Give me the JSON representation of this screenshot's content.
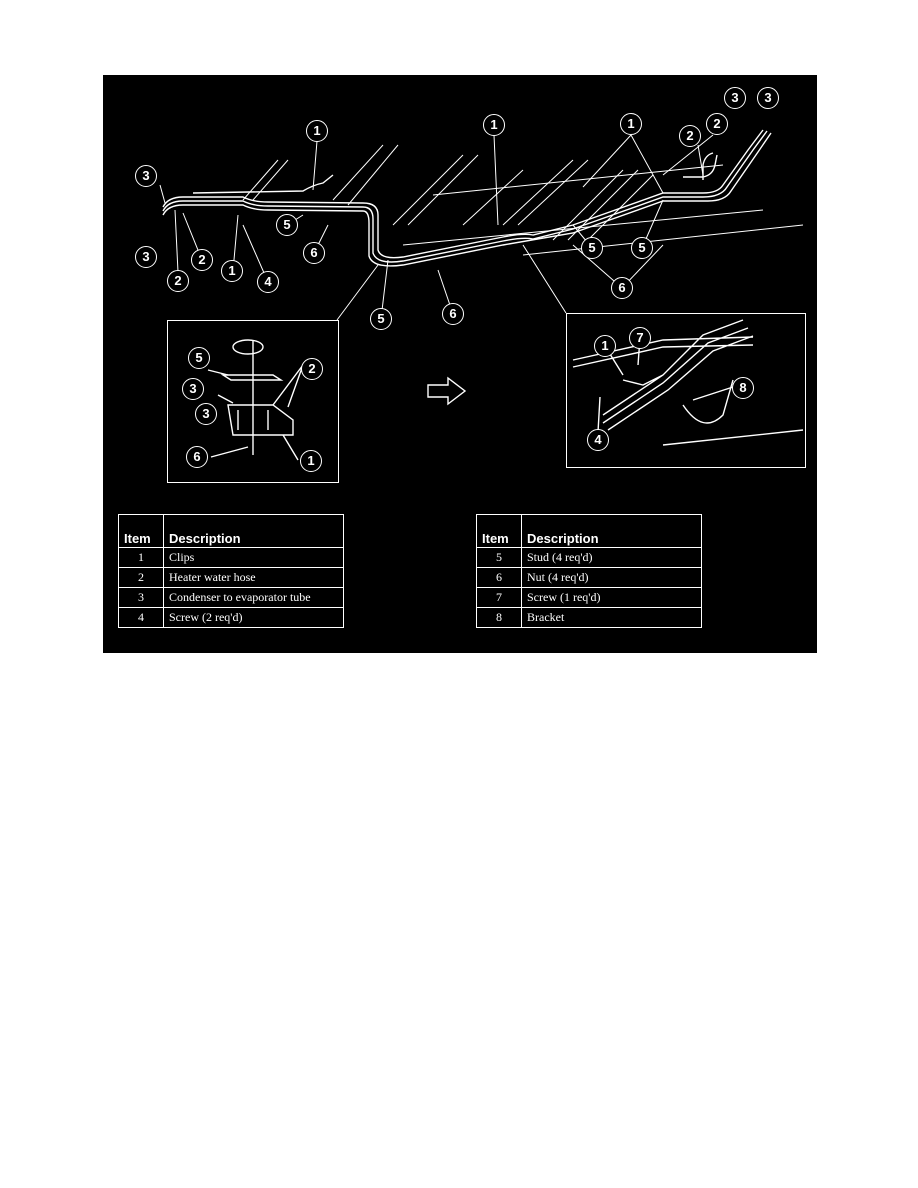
{
  "figure_id": "DM0136-B",
  "callouts": [
    "3",
    "1",
    "1",
    "1",
    "2",
    "2",
    "3",
    "3",
    "3",
    "2",
    "2",
    "1",
    "4",
    "5",
    "6",
    "5",
    "6",
    "5",
    "5",
    "6",
    "5",
    "3",
    "3",
    "2",
    "6",
    "1",
    "1",
    "7",
    "8",
    "4"
  ],
  "tables": [
    {
      "headers": [
        "Item",
        "Description"
      ],
      "rows": [
        [
          "1",
          "Clips"
        ],
        [
          "2",
          "Heater water hose"
        ],
        [
          "3",
          "Condenser to evaporator tube"
        ],
        [
          "4",
          "Screw (2 req'd)"
        ]
      ]
    },
    {
      "headers": [
        "Item",
        "Description"
      ],
      "rows": [
        [
          "5",
          "Stud (4 req'd)"
        ],
        [
          "6",
          "Nut (4 req'd)"
        ],
        [
          "7",
          "Screw (1 req'd)"
        ],
        [
          "8",
          "Bracket"
        ]
      ]
    }
  ],
  "colors": {
    "background": "#000000",
    "lines": "#ffffff"
  }
}
